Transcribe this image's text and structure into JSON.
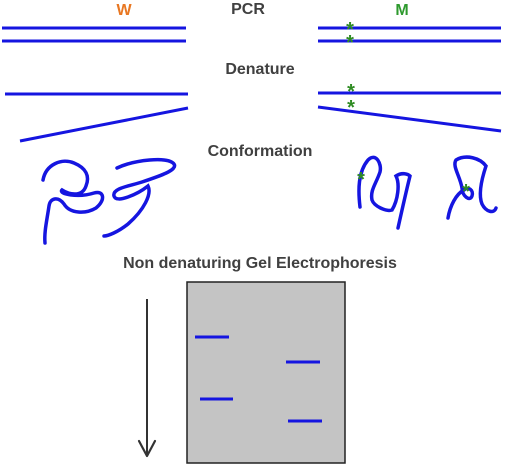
{
  "labels": {
    "wild_type": "W",
    "mutant": "M",
    "pcr": "PCR",
    "denature": "Denature",
    "conformation": "Conformation",
    "gel": "Non denaturing Gel Electrophoresis"
  },
  "colors": {
    "strand": "#1515e0",
    "mutation_marker": "#2e8b22",
    "wild_type_label": "#e87722",
    "mutant_label": "#2e9a2e",
    "text": "#404040",
    "gel_fill": "#c4c4c4",
    "gel_border": "#222222",
    "arrow": "#333333"
  },
  "mutation_marker_symbol": "*"
}
